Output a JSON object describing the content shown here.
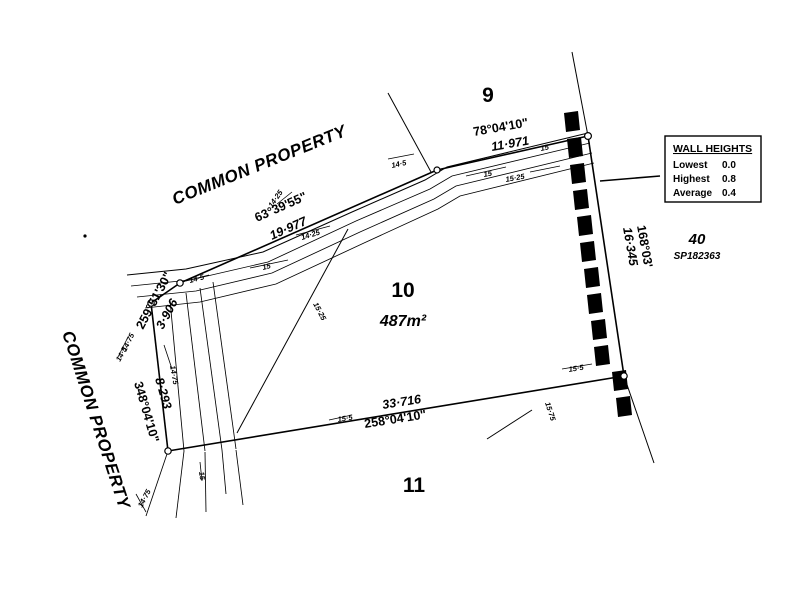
{
  "document": {
    "type": "cadastral-survey-plan",
    "background_color": "#ffffff",
    "ink_color": "#000000"
  },
  "lots": [
    {
      "id": "lot-9",
      "number": "9",
      "area": ""
    },
    {
      "id": "lot-10",
      "number": "10",
      "area": "487m²"
    },
    {
      "id": "lot-11",
      "number": "11",
      "area": ""
    }
  ],
  "adjoining": {
    "lot_number": "40",
    "plan_reference": "SP182363"
  },
  "common_property": {
    "upper_label": "COMMON PROPERTY",
    "lower_label": "COMMON PROPERTY"
  },
  "boundaries": [
    {
      "id": "north-east",
      "bearing": "78°04'10\"",
      "distance": "11·971"
    },
    {
      "id": "north-west",
      "bearing": "63°39'55\"",
      "distance": "19·977"
    },
    {
      "id": "west-upper",
      "bearing": "259°51'30\"",
      "distance": "3·906"
    },
    {
      "id": "west-lower",
      "bearing": "348°04'10\"",
      "distance": "8·293"
    },
    {
      "id": "south",
      "bearing": "258°04'10\"",
      "distance": "33·716"
    },
    {
      "id": "east",
      "bearing": "168°03'",
      "distance": "16·345"
    }
  ],
  "wall_heights": {
    "title": "WALL HEIGHTS",
    "rows": [
      {
        "key": "Lowest",
        "value": "0.0"
      },
      {
        "key": "Highest",
        "value": "0.8"
      },
      {
        "key": "Average",
        "value": "0.4"
      }
    ]
  },
  "offset_ticks": [
    {
      "id": "t1",
      "value": "14·5"
    },
    {
      "id": "t2",
      "value": "14·25"
    },
    {
      "id": "t3",
      "value": "14·75"
    },
    {
      "id": "t4",
      "value": "14·5"
    },
    {
      "id": "t5",
      "value": "15"
    },
    {
      "id": "t6",
      "value": "15"
    },
    {
      "id": "t7",
      "value": "15·25"
    },
    {
      "id": "t8",
      "value": "14·75"
    },
    {
      "id": "t9",
      "value": "14·75"
    },
    {
      "id": "t10",
      "value": "14·25"
    },
    {
      "id": "t11",
      "value": "15·25"
    },
    {
      "id": "t12",
      "value": "14·5"
    },
    {
      "id": "t13",
      "value": "15"
    },
    {
      "id": "t14",
      "value": "15·5"
    },
    {
      "id": "t15",
      "value": "15·5"
    },
    {
      "id": "t16",
      "value": "15·75"
    },
    {
      "id": "t17",
      "value": "15"
    }
  ]
}
